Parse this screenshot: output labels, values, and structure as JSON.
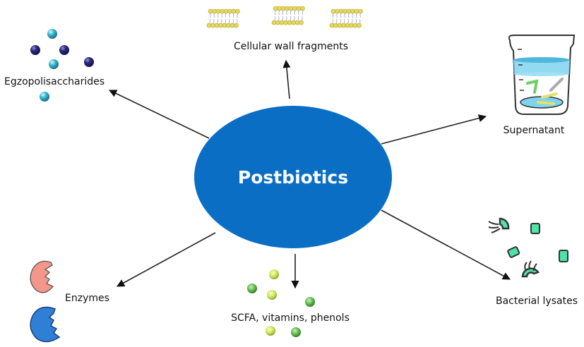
{
  "diagram": {
    "title": "Postbiotics",
    "center": {
      "label": "Postbiotics",
      "color": "#0A6FC4"
    },
    "nodes": [
      {
        "id": "cellular",
        "label": "Cellular wall fragments",
        "icon": "lipid-bilayer-icon"
      },
      {
        "id": "exo",
        "label": "Egzopolisaccharides",
        "icon": "polysaccharide-beads-icon"
      },
      {
        "id": "supernatant",
        "label": "Supernatant",
        "icon": "beaker-icon"
      },
      {
        "id": "lysates",
        "label": "Bacterial lysates",
        "icon": "bacterial-fragment-icon"
      },
      {
        "id": "scfa",
        "label": "SCFA, vitamins, phenols",
        "icon": "metabolite-spheres-icon"
      },
      {
        "id": "enzymes",
        "label": "Enzymes",
        "icon": "enzyme-pacman-icon"
      }
    ],
    "edges": [
      {
        "from": "center",
        "to": "cellular"
      },
      {
        "from": "center",
        "to": "exo"
      },
      {
        "from": "center",
        "to": "supernatant"
      },
      {
        "from": "center",
        "to": "lysates"
      },
      {
        "from": "center",
        "to": "scfa"
      },
      {
        "from": "center",
        "to": "enzymes"
      }
    ],
    "colors": {
      "bead_dark": "#2B2A7E",
      "bead_light": "#3BB8D0",
      "sphere_lime": "#C9E65A",
      "sphere_green": "#5DB84B",
      "enzyme_pink": "#F2978A",
      "enzyme_blue": "#2F7FD6",
      "lysate_green": "#4FE3A8",
      "water": "#7FD3EE"
    }
  }
}
